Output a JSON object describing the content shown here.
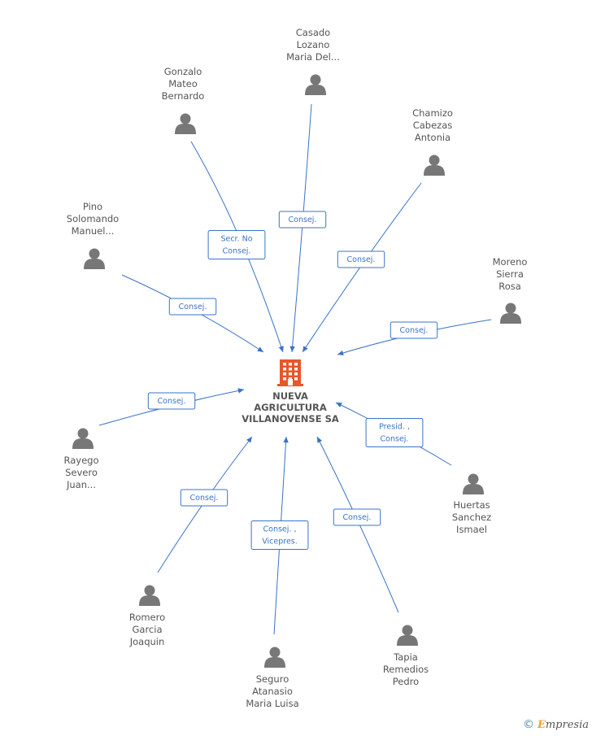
{
  "company": {
    "name_lines": [
      "NUEVA",
      "AGRICULTURA",
      "VILLANOVENSE SA"
    ],
    "icon": "building-icon",
    "color": "#e8562a"
  },
  "colors": {
    "edge": "#3a73c8",
    "person": "#777777",
    "text": "#555555"
  },
  "people": [
    {
      "id": "casado",
      "name_lines": [
        "Casado",
        "Lozano",
        "Maria Del..."
      ],
      "relation_lines": [
        "Consej."
      ]
    },
    {
      "id": "gonzalo",
      "name_lines": [
        "Gonzalo",
        "Mateo",
        "Bernardo"
      ],
      "relation_lines": [
        "Secr.  No",
        "Consej."
      ]
    },
    {
      "id": "chamizo",
      "name_lines": [
        "Chamizo",
        "Cabezas",
        "Antonia"
      ],
      "relation_lines": [
        "Consej."
      ]
    },
    {
      "id": "pino",
      "name_lines": [
        "Pino",
        "Solomando",
        "Manuel..."
      ],
      "relation_lines": [
        "Consej."
      ]
    },
    {
      "id": "moreno",
      "name_lines": [
        "Moreno",
        "Sierra",
        "Rosa"
      ],
      "relation_lines": [
        "Consej."
      ]
    },
    {
      "id": "rayego",
      "name_lines": [
        "Rayego",
        "Severo",
        "Juan..."
      ],
      "relation_lines": [
        "Consej."
      ]
    },
    {
      "id": "huertas",
      "name_lines": [
        "Huertas",
        "Sanchez",
        "Ismael"
      ],
      "relation_lines": [
        "Presid. ,",
        "Consej."
      ]
    },
    {
      "id": "romero",
      "name_lines": [
        "Romero",
        "Garcia",
        "Joaquin"
      ],
      "relation_lines": [
        "Consej."
      ]
    },
    {
      "id": "seguro",
      "name_lines": [
        "Seguro",
        "Atanasio",
        "Maria Luisa"
      ],
      "relation_lines": [
        "Consej. ,",
        "Vicepres."
      ]
    },
    {
      "id": "tapia",
      "name_lines": [
        "Tapia",
        "Remedios",
        "Pedro"
      ],
      "relation_lines": [
        "Consej."
      ]
    }
  ],
  "brand": {
    "copyright": "©",
    "initial": "E",
    "rest": "mpresia"
  }
}
